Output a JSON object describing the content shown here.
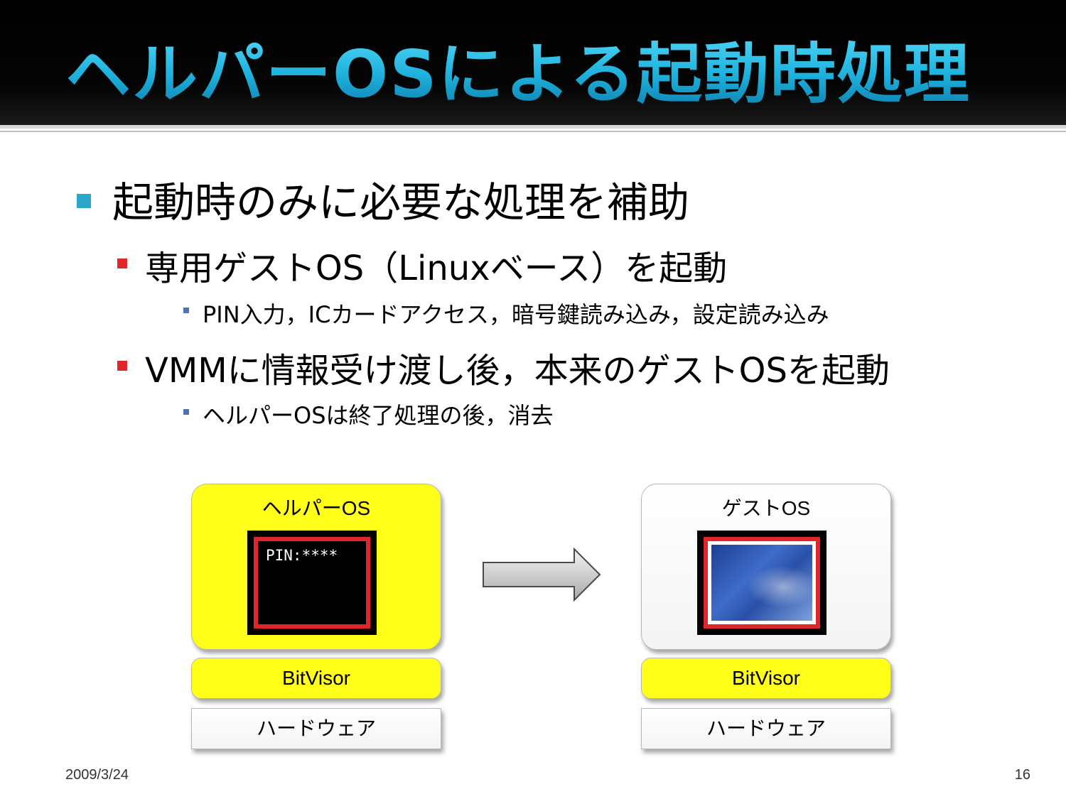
{
  "slide": {
    "title": "ヘルパーOSによる起動時処理",
    "bullets": {
      "level1": "起動時のみに必要な処理を補助",
      "level2a": "専用ゲストOS（Linuxベース）を起動",
      "level3a": "PIN入力，ICカードアクセス，暗号鍵読み込み，設定読み込み",
      "level2b": "VMMに情報受け渡し後，本来のゲストOSを起動",
      "level3b": "ヘルパーOSは終了処理の後，消去"
    },
    "diagram": {
      "left": {
        "os_label": "ヘルパーOS",
        "screen_text": "PIN:****",
        "vmm_label": "BitVisor",
        "hardware_label": "ハードウェア"
      },
      "right": {
        "os_label": "ゲストOS",
        "vmm_label": "BitVisor",
        "hardware_label": "ハードウェア"
      },
      "arrow_icon": "right-arrow-icon"
    },
    "footer": {
      "date": "2009/3/24",
      "page_number": "16"
    },
    "colors": {
      "title": "#1fb7e0",
      "bullet_level1": "#2aa7c9",
      "bullet_level2": "#e0262b",
      "bullet_level3": "#4a73b8",
      "helper_box": "#ffff19",
      "screen_frame": "#e0262b"
    }
  }
}
